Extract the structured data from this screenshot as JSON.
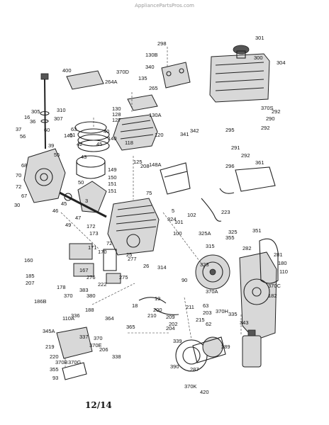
{
  "watermark": "AppliancePartsPros.com",
  "page_number": "12/14",
  "labels": [
    "298",
    "301",
    "130B",
    "300",
    "304",
    "370D",
    "340",
    "400",
    "264A",
    "135",
    "265",
    "370S",
    "310",
    "305",
    "307",
    "130",
    "128",
    "127",
    "130A",
    "120",
    "292",
    "290",
    "341",
    "342",
    "295",
    "292",
    "291",
    "292",
    "296",
    "361",
    "16",
    "36",
    "37",
    "56",
    "60",
    "63",
    "61",
    "39",
    "140",
    "140",
    "42",
    "40",
    "45",
    "43",
    "55",
    "118",
    "125",
    "208",
    "148A",
    "149",
    "150",
    "151",
    "151",
    "75",
    "70",
    "67",
    "72",
    "68",
    "30",
    "50",
    "46",
    "45",
    "47",
    "49",
    "3",
    "5",
    "324",
    "101",
    "102",
    "100",
    "325A",
    "325",
    "355",
    "351",
    "282",
    "281",
    "180",
    "110",
    "223",
    "160",
    "172",
    "173",
    "171",
    "170",
    "72",
    "25",
    "26",
    "314",
    "323",
    "315",
    "90",
    "370A",
    "370C",
    "182",
    "185",
    "207",
    "167",
    "276",
    "275",
    "277",
    "222",
    "383",
    "380",
    "178",
    "370",
    "186B",
    "110A",
    "188",
    "18",
    "19",
    "200",
    "210",
    "211",
    "209",
    "204",
    "202",
    "215",
    "203",
    "62",
    "63",
    "370H",
    "335",
    "343",
    "345A",
    "364",
    "365",
    "370",
    "370E",
    "336",
    "337",
    "219",
    "220",
    "206",
    "338",
    "339",
    "370B",
    "355",
    "370G",
    "289",
    "93",
    "390",
    "287",
    "370K",
    "420"
  ]
}
